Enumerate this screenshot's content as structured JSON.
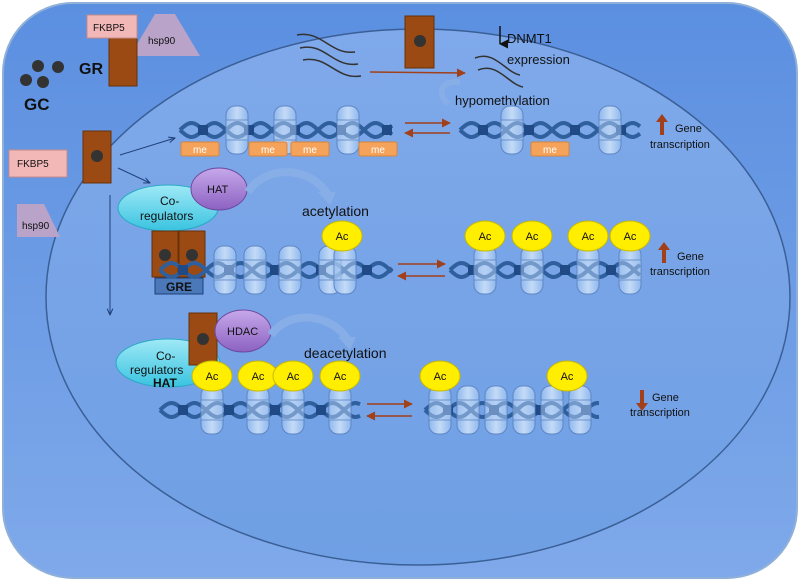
{
  "cell": {
    "gc_label": "GC",
    "gr_label": "GR",
    "fkbp5": "FKBP5",
    "hsp90": "hsp90"
  },
  "top_row": {
    "dnmt1_line1": "DNMT1",
    "dnmt1_line2": "expression",
    "hypomethylation": "hypomethylation",
    "me": "me",
    "gene": "Gene",
    "transcription": "transcription"
  },
  "middle_row": {
    "hat": "HAT",
    "coregulators_line1": "Co-",
    "coregulators_line2": "regulators",
    "acetylation": "acetylation",
    "gre": "GRE",
    "ac": "Ac",
    "gene": "Gene",
    "transcription": "transcription"
  },
  "bottom_row": {
    "hdac": "HDAC",
    "deacetylation": "deacetylation",
    "coregulators_line1": "Co-",
    "coregulators_line2": "regulators",
    "hat": "HAT",
    "ac": "Ac",
    "gene": "Gene",
    "transcription": "transcription"
  },
  "colors": {
    "cell_fill": "#6f9fe4",
    "nucleus_stroke": "#2d4f86",
    "gr_brown": "#9a4a12",
    "fkbp5_pink": "#f2b8b8",
    "hsp90_purple": "#b9a3c8",
    "me_orange": "#f5a25a",
    "ac_yellow": "#ffee00",
    "hat_purple": "#a47fd0",
    "coreg_cyan": "#5fd6ea",
    "dna_blue": "#2f5f9c",
    "arrow_red": "#a1401a"
  },
  "icons": [
    "up-arrow-icon",
    "down-arrow-icon",
    "curved-arrow-icon"
  ]
}
